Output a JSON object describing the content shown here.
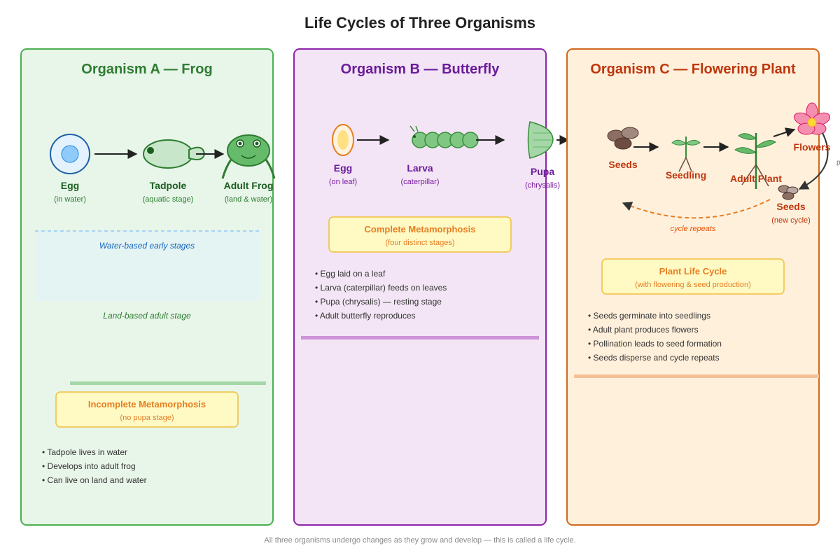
{
  "title": "Life Cycles of Three Organisms",
  "footer": "All three organisms undergo changes as they grow and develop — this is called a life cycle.",
  "colors": {
    "panel_a_border": "#4caf50",
    "panel_a_fill": "#e8f5e9",
    "panel_a_text": "#2e7d32",
    "panel_b_border": "#8e24aa",
    "panel_b_fill": "#f3e5f5",
    "panel_b_text": "#6a1b9a",
    "panel_c_border": "#d2691e",
    "panel_c_fill": "#fff0dc",
    "panel_c_text": "#bf360c",
    "callout_fill": "#fff9c4",
    "callout_border": "#f0c040",
    "callout_text": "#e67e22"
  },
  "panel_a": {
    "heading": "Organism A — Frog",
    "stages": [
      {
        "name": "Egg",
        "note": "(in water)",
        "icon": "frog-egg-icon"
      },
      {
        "name": "Tadpole",
        "note": "(aquatic stage)",
        "icon": "tadpole-icon"
      },
      {
        "name": "Adult Frog",
        "note": "(land & water)",
        "icon": "adult-frog-icon"
      }
    ],
    "water_label": "Water-based early stages",
    "land_label": "Land-based adult stage",
    "callout_title": "Incomplete Metamorphosis",
    "callout_subtitle": "(no pupa stage)",
    "bullets": [
      "• Tadpole lives in water",
      "• Develops into adult frog",
      "• Can live on land and water"
    ]
  },
  "panel_b": {
    "heading": "Organism B — Butterfly",
    "stages": [
      {
        "name": "Egg",
        "note": "(on leaf)",
        "icon": "butterfly-egg-icon"
      },
      {
        "name": "Larva",
        "note": "(caterpillar)",
        "icon": "caterpillar-icon"
      },
      {
        "name": "Pupa",
        "note": "(chrysalis)",
        "icon": "chrysalis-icon"
      }
    ],
    "callout_title": "Complete Metamorphosis",
    "callout_subtitle": "(four distinct stages)",
    "bullets": [
      "• Egg laid on a leaf",
      "• Larva (caterpillar) feeds on leaves",
      "• Pupa (chrysalis) — resting stage",
      "• Adult butterfly reproduces"
    ]
  },
  "panel_c": {
    "heading": "Organism C — Flowering Plant",
    "stages": [
      {
        "name": "Seeds",
        "icon": "seeds-icon"
      },
      {
        "name": "Seedling",
        "icon": "seedling-icon"
      },
      {
        "name": "Adult Plant",
        "icon": "adult-plant-icon"
      },
      {
        "name": "Flowers",
        "icon": "flower-icon"
      }
    ],
    "new_seeds_name": "Seeds",
    "new_seeds_note": "(new cycle)",
    "side_fragment": "p",
    "cycle_label": "cycle repeats",
    "callout_title": "Plant Life Cycle",
    "callout_subtitle": "(with flowering & seed production)",
    "bullets": [
      "• Seeds germinate into seedlings",
      "• Adult plant produces flowers",
      "• Pollination leads to seed formation",
      "• Seeds disperse and cycle repeats"
    ]
  }
}
